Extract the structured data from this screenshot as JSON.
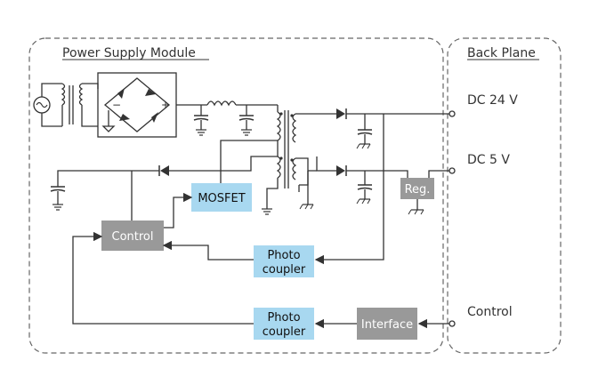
{
  "modules": {
    "power_supply_title": "Power Supply Module",
    "back_plane_title": "Back Plane"
  },
  "outputs": {
    "dc24": "DC 24 V",
    "dc5": "DC 5 V",
    "control": "Control"
  },
  "blocks": {
    "mosfet": "MOSFET",
    "control": "Control",
    "photo_coupler_1_line1": "Photo",
    "photo_coupler_1_line2": "coupler",
    "photo_coupler_2_line1": "Photo",
    "photo_coupler_2_line2": "coupler",
    "interface": "Interface",
    "regulator": "Reg."
  },
  "colors": {
    "highlight_block": "#a8d8f0",
    "gray_block": "#999999",
    "wire": "#333333",
    "dashed_border": "#666666"
  }
}
